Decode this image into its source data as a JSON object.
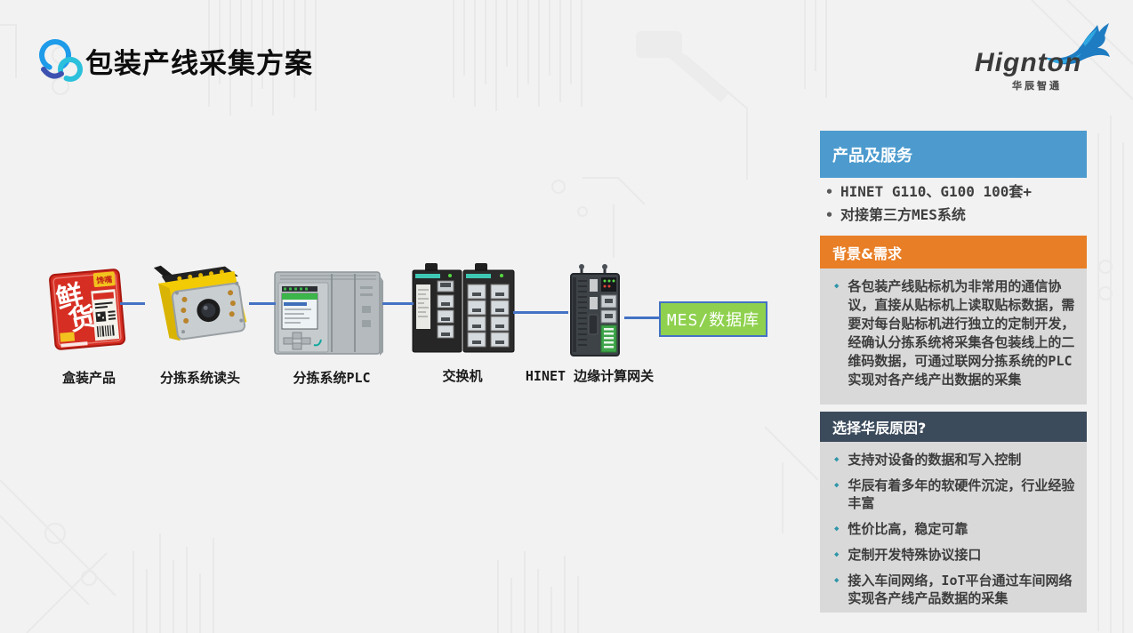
{
  "header": {
    "title": "包装产线采集方案",
    "logo": {
      "name": "Hignton",
      "tagline": "华辰智通"
    }
  },
  "flow": {
    "labels": {
      "product": "盒装产品",
      "reader": "分拣系统读头",
      "plc": "分拣系统PLC",
      "switch": "交换机",
      "gateway": "HINET 边缘计算网关"
    },
    "mes": {
      "label": "MES/数据库",
      "bg": "#8FD14F",
      "border": "#4472C4"
    },
    "product_art": {
      "calligraphy1": "鲜",
      "calligraphy2": "货",
      "badge": "馋嘴"
    },
    "connector_color": "#4472C4"
  },
  "sidebar": {
    "products": {
      "title": "产品及服务",
      "color": "#4D9BCE",
      "items": [
        "HINET G110、G100  100套+",
        "对接第三方MES系统"
      ]
    },
    "background": {
      "title": "背景&需求",
      "color": "#E87E26",
      "items": [
        "各包装产线贴标机为非常用的通信协议，直接从贴标机上读取贴标数据，需要对每台贴标机进行独立的定制开发，经确认分拣系统将采集各包装线上的二维码数据，可通过联网分拣系统的PLC实现对各产线产出数据的采集"
      ]
    },
    "reasons": {
      "title": "选择华辰原因?",
      "color": "#3C4B5C",
      "items": [
        "支持对设备的数据和写入控制",
        "华辰有着多年的软硬件沉淀，行业经验丰富",
        "性价比高，稳定可靠",
        "定制开发特殊协议接口",
        "接入车间网络，IoT平台通过车间网络实现各产线产品数据的采集"
      ]
    }
  }
}
